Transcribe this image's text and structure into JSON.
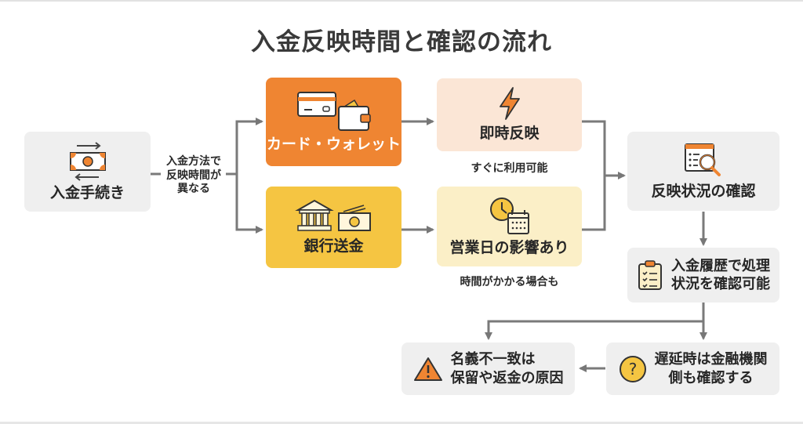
{
  "title": "入金反映時間と確認の流れ",
  "nodes": {
    "deposit_procedure": {
      "label": "入金手続き",
      "icon": "money-exchange-icon"
    },
    "branch_note": {
      "lines": [
        "入金方法で",
        "反映時間が",
        "異なる"
      ]
    },
    "card_wallet": {
      "label": "カード・ウォレット",
      "icon": "card-wallet-icon",
      "color": "#ef8532"
    },
    "bank_transfer": {
      "label": "銀行送金",
      "icon": "bank-cash-icon",
      "color": "#f5c542"
    },
    "instant": {
      "label": "即時反映",
      "note": "すぐに利用可能",
      "icon": "lightning-icon",
      "color": "#fbe6d6"
    },
    "business_day": {
      "label": "営業日の影響あり",
      "note": "時間がかかる場合も",
      "icon": "clock-calendar-icon",
      "color": "#fbefc7"
    },
    "check_status": {
      "label": "反映状況の確認",
      "icon": "search-list-icon"
    },
    "history": {
      "lines": [
        "入金履歴で処理",
        "状況を確認可能"
      ],
      "icon": "clipboard-icon"
    },
    "delay": {
      "lines": [
        "遅延時は金融機関",
        "側も確認する"
      ],
      "icon": "question-icon"
    },
    "name_mismatch": {
      "lines": [
        "名義不一致は",
        "保留や返金の原因"
      ],
      "icon": "warning-icon"
    }
  }
}
